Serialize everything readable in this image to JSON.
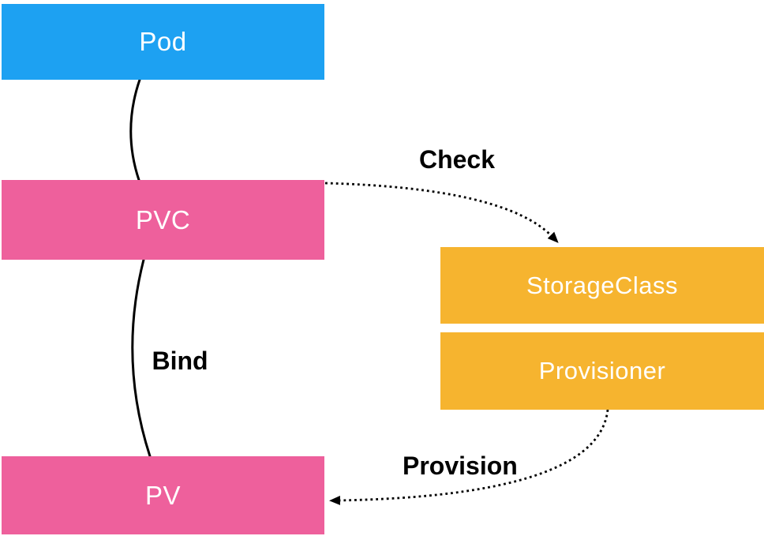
{
  "diagram": {
    "nodes": {
      "pod": {
        "label": "Pod"
      },
      "pvc": {
        "label": "PVC"
      },
      "pv": {
        "label": "PV"
      },
      "storage_class": {
        "label": "StorageClass"
      },
      "provisioner": {
        "label": "Provisioner"
      }
    },
    "edges": {
      "check": {
        "label": "Check",
        "from": "PVC",
        "to": "StorageClass",
        "style": "dotted-arrow"
      },
      "bind": {
        "label": "Bind",
        "from": "PVC",
        "to": "PV",
        "style": "solid-line"
      },
      "provision": {
        "label": "Provision",
        "from": "Provisioner",
        "to": "PV",
        "style": "dotted-arrow"
      },
      "pod_pvc": {
        "label": "",
        "from": "Pod",
        "to": "PVC",
        "style": "solid-line"
      }
    }
  },
  "colors": {
    "pod_blue": "#1da1f2",
    "pvc_pink": "#ee609c",
    "storage_orange": "#f6b42f",
    "node_text": "#ffffff",
    "edge_line": "#000000",
    "background": "#ffffff"
  }
}
